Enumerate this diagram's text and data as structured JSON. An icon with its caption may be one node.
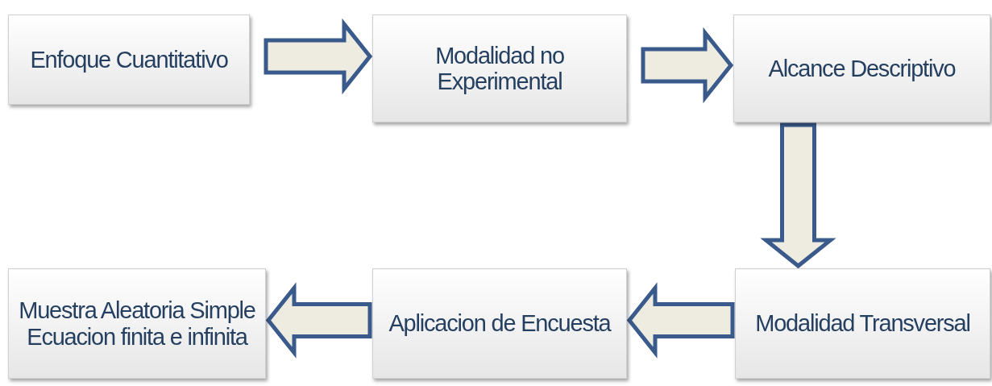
{
  "diagram": {
    "nodes": [
      {
        "text": [
          "Enfoque Cuantitativo"
        ]
      },
      {
        "text": [
          "Modalidad no Experimental"
        ]
      },
      {
        "text": [
          "Alcance Descriptivo"
        ]
      },
      {
        "text": [
          "Modalidad Transversal"
        ]
      },
      {
        "text": [
          "Aplicacion de Encuesta"
        ]
      },
      {
        "text": [
          "Muestra Aleatoria Simple Ecuacion finita e infinita"
        ]
      }
    ],
    "edges": [
      {
        "from": 0,
        "to": 1,
        "arrow": "to"
      },
      {
        "from": 1,
        "to": 2,
        "arrow": "to"
      },
      {
        "from": 2,
        "to": 3,
        "arrow": "to"
      },
      {
        "from": 3,
        "to": 4,
        "arrow": "to"
      },
      {
        "from": 4,
        "to": 5,
        "arrow": "to"
      }
    ]
  }
}
